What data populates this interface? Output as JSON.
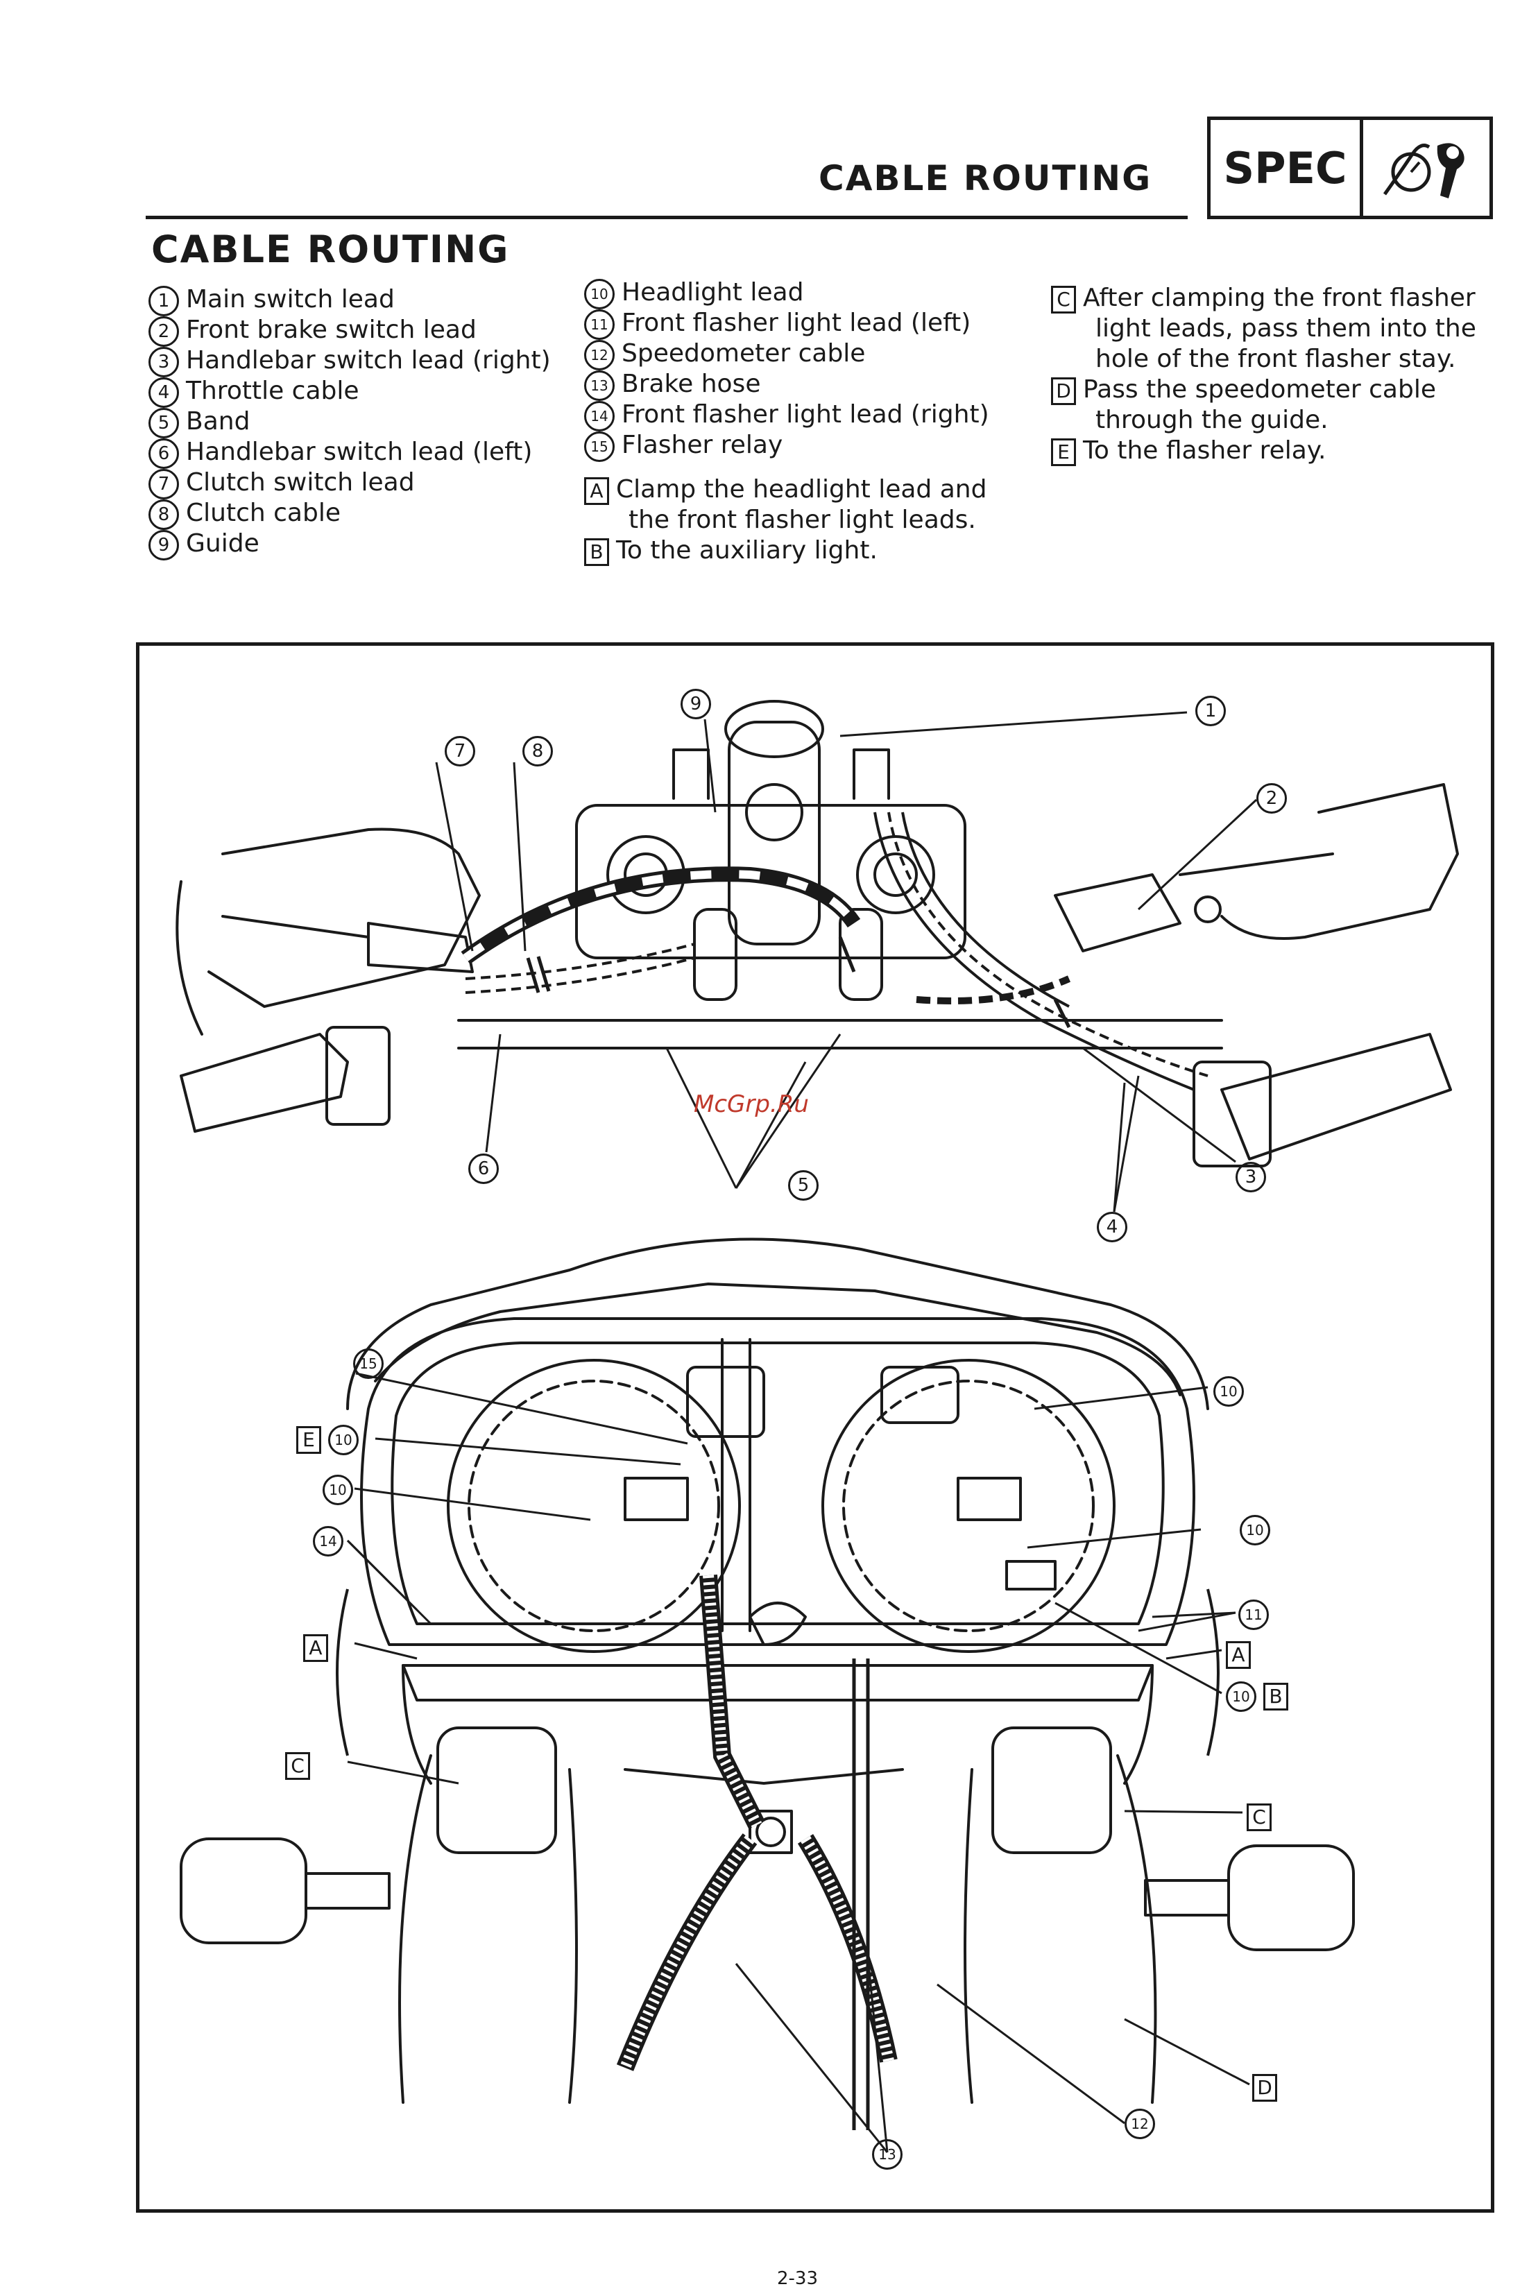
{
  "header": {
    "title": "CABLE ROUTING",
    "spec": "SPEC"
  },
  "section_title": "CABLE ROUTING",
  "legend": {
    "col1": [
      {
        "num": "1",
        "text": "Main switch lead"
      },
      {
        "num": "2",
        "text": "Front brake switch lead"
      },
      {
        "num": "3",
        "text": "Handlebar switch lead (right)"
      },
      {
        "num": "4",
        "text": "Throttle cable"
      },
      {
        "num": "5",
        "text": "Band"
      },
      {
        "num": "6",
        "text": "Handlebar switch lead (left)"
      },
      {
        "num": "7",
        "text": "Clutch switch lead"
      },
      {
        "num": "8",
        "text": "Clutch cable"
      },
      {
        "num": "9",
        "text": "Guide"
      }
    ],
    "col2": [
      {
        "num": "10",
        "text": "Headlight lead"
      },
      {
        "num": "11",
        "text": "Front flasher light lead (left)"
      },
      {
        "num": "12",
        "text": "Speedometer cable"
      },
      {
        "num": "13",
        "text": "Brake hose"
      },
      {
        "num": "14",
        "text": "Front flasher light lead (right)"
      },
      {
        "num": "15",
        "text": "Flasher relay"
      }
    ],
    "col2_notes": [
      {
        "letter": "A",
        "lines": [
          "Clamp the headlight lead and",
          "the front flasher light leads."
        ]
      },
      {
        "letter": "B",
        "lines": [
          "To the auxiliary light."
        ]
      }
    ],
    "col3_notes": [
      {
        "letter": "C",
        "lines": [
          "After clamping the front flasher",
          "light leads, pass them into the",
          "hole of the front flasher stay."
        ]
      },
      {
        "letter": "D",
        "lines": [
          "Pass the speedometer cable",
          "through the guide."
        ]
      },
      {
        "letter": "E",
        "lines": [
          "To the flasher relay."
        ]
      }
    ]
  },
  "callouts": {
    "c1": "1",
    "c2": "2",
    "c3": "3",
    "c4": "4",
    "c5": "5",
    "c6": "6",
    "c7": "7",
    "c8": "8",
    "c9": "9",
    "c10a": "10",
    "c10b": "10",
    "c10c": "10",
    "c10d": "10",
    "c10e": "10",
    "c11": "11",
    "c12": "12",
    "c13": "13",
    "c14": "14",
    "c15": "15",
    "cA1": "A",
    "cA2": "A",
    "cB": "B",
    "cC1": "C",
    "cC2": "C",
    "cD": "D",
    "cE": "E"
  },
  "watermark": "McGrp.Ru",
  "page_number": "2-33"
}
